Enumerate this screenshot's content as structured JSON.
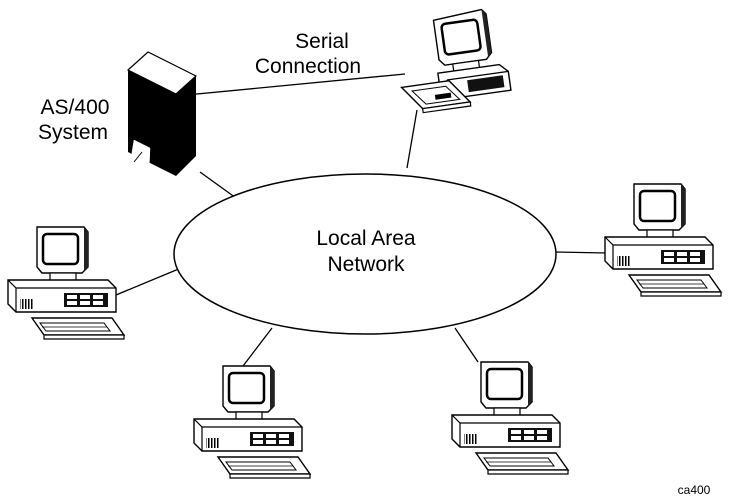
{
  "labels": {
    "serial_line1": "Serial",
    "serial_line2": "Connection",
    "system_line1": "AS/400",
    "system_line2": "System",
    "lan_line1": "Local Area",
    "lan_line2": "Network",
    "figure_id": "ca400"
  },
  "nodes": [
    {
      "id": "as400",
      "icon": "server-tower-icon"
    },
    {
      "id": "ws-top",
      "icon": "computer-workstation-icon",
      "connection": "Serial Connection"
    },
    {
      "id": "ws-left",
      "icon": "computer-workstation-icon",
      "connection": "Local Area Network"
    },
    {
      "id": "ws-right",
      "icon": "computer-workstation-icon",
      "connection": "Local Area Network"
    },
    {
      "id": "ws-bottom-left",
      "icon": "computer-workstation-icon",
      "connection": "Local Area Network"
    },
    {
      "id": "ws-bottom-right",
      "icon": "computer-workstation-icon",
      "connection": "Local Area Network"
    }
  ]
}
